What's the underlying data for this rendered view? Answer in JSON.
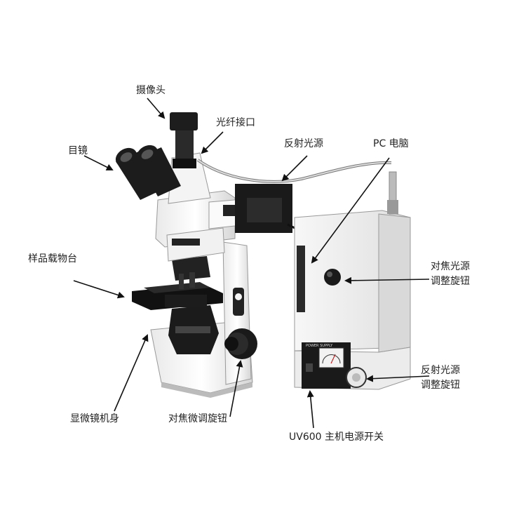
{
  "labels": {
    "camera": "摄像头",
    "fiber_port": "光纤接口",
    "eyepiece": "目镜",
    "reflected_light": "反射光源",
    "pc": "PC 电脑",
    "stage": "样品载物台",
    "focus_light_knob": [
      "对焦光源",
      "调整旋钮"
    ],
    "reflect_light_knob": [
      "反射光源",
      "调整旋钮"
    ],
    "body": "显微镜机身",
    "fine_focus_knob": "对焦微调旋钮",
    "power_switch": "UV600 主机电源开关"
  },
  "device": {
    "panel_text": "POWER SUPPLY"
  },
  "colors": {
    "arrow": "#111111",
    "device_body": "#f2f2f2",
    "dark": "#1a1a1a"
  }
}
